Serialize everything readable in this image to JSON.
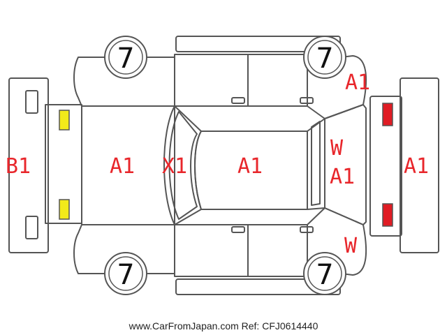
{
  "colors": {
    "outline": "#555555",
    "mark": "#e8262b",
    "front_lamp": "#f2ea1a",
    "rear_lamp": "#e01c24",
    "background": "#ffffff"
  },
  "tire_marks": {
    "front_left": "7",
    "rear_left": "7",
    "front_right": "7",
    "rear_right": "7"
  },
  "damage_marks": {
    "rear_bumper": "B1",
    "trunk": "A1",
    "rear_window": "X1",
    "roof": "A1",
    "windshield_w": "W",
    "windshield_a": "A1",
    "front_bumper": "A1",
    "front_right_fender": "A1",
    "front_left_fender": "W"
  },
  "footer": {
    "text": "www.CarFromJapan.com Ref: CFJ0614440"
  }
}
